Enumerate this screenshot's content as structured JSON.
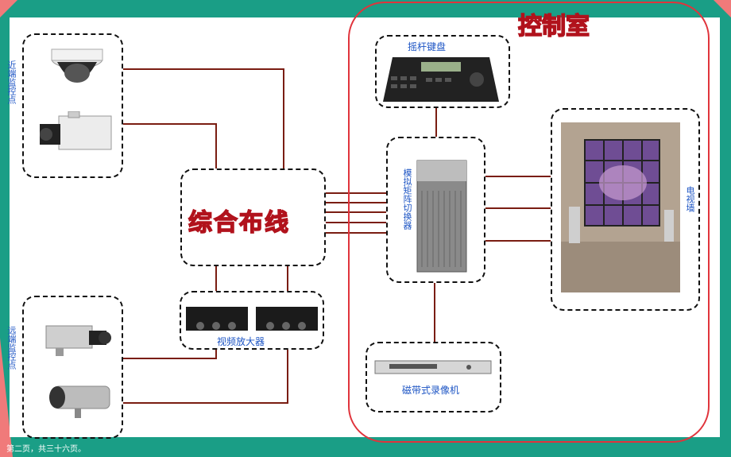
{
  "title": "控制室",
  "hub_label": "综合布线",
  "labels": {
    "keyboard": "摇杆键盘",
    "matrix": "模拟矩阵切换器",
    "tv_wall": "电视墙",
    "vcr": "磁带式录像机",
    "amplifier": "视频放大器",
    "near_cameras": "近端监控点",
    "far_cameras": "远端监控点"
  },
  "footer": "第二页，共三十六页。",
  "colors": {
    "background": "#1a9e86",
    "accent_red": "#e8232e",
    "wire": "#7a1d12",
    "label_blue": "#1c54c4"
  }
}
